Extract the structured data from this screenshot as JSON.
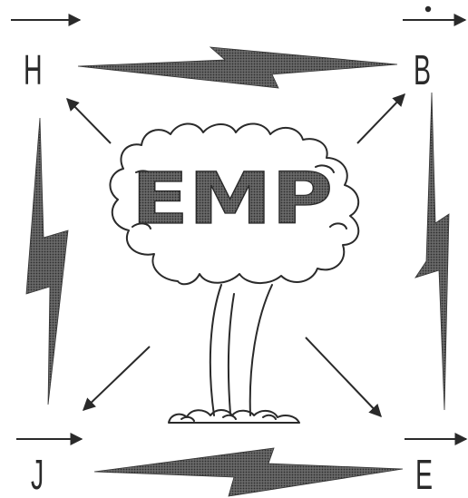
{
  "diagram": {
    "center_label": "EMP",
    "vectors": {
      "h": "H",
      "b": "B",
      "j": "J",
      "e": "E"
    }
  },
  "colors": {
    "ink": "#2a2a2a",
    "bolt_fill": "#555555",
    "background": "#ffffff"
  },
  "icons": [
    "mushroom-cloud-icon",
    "lightning-bolt-icon",
    "arrow-icon",
    "vector-arrow-icon",
    "dot-icon"
  ]
}
